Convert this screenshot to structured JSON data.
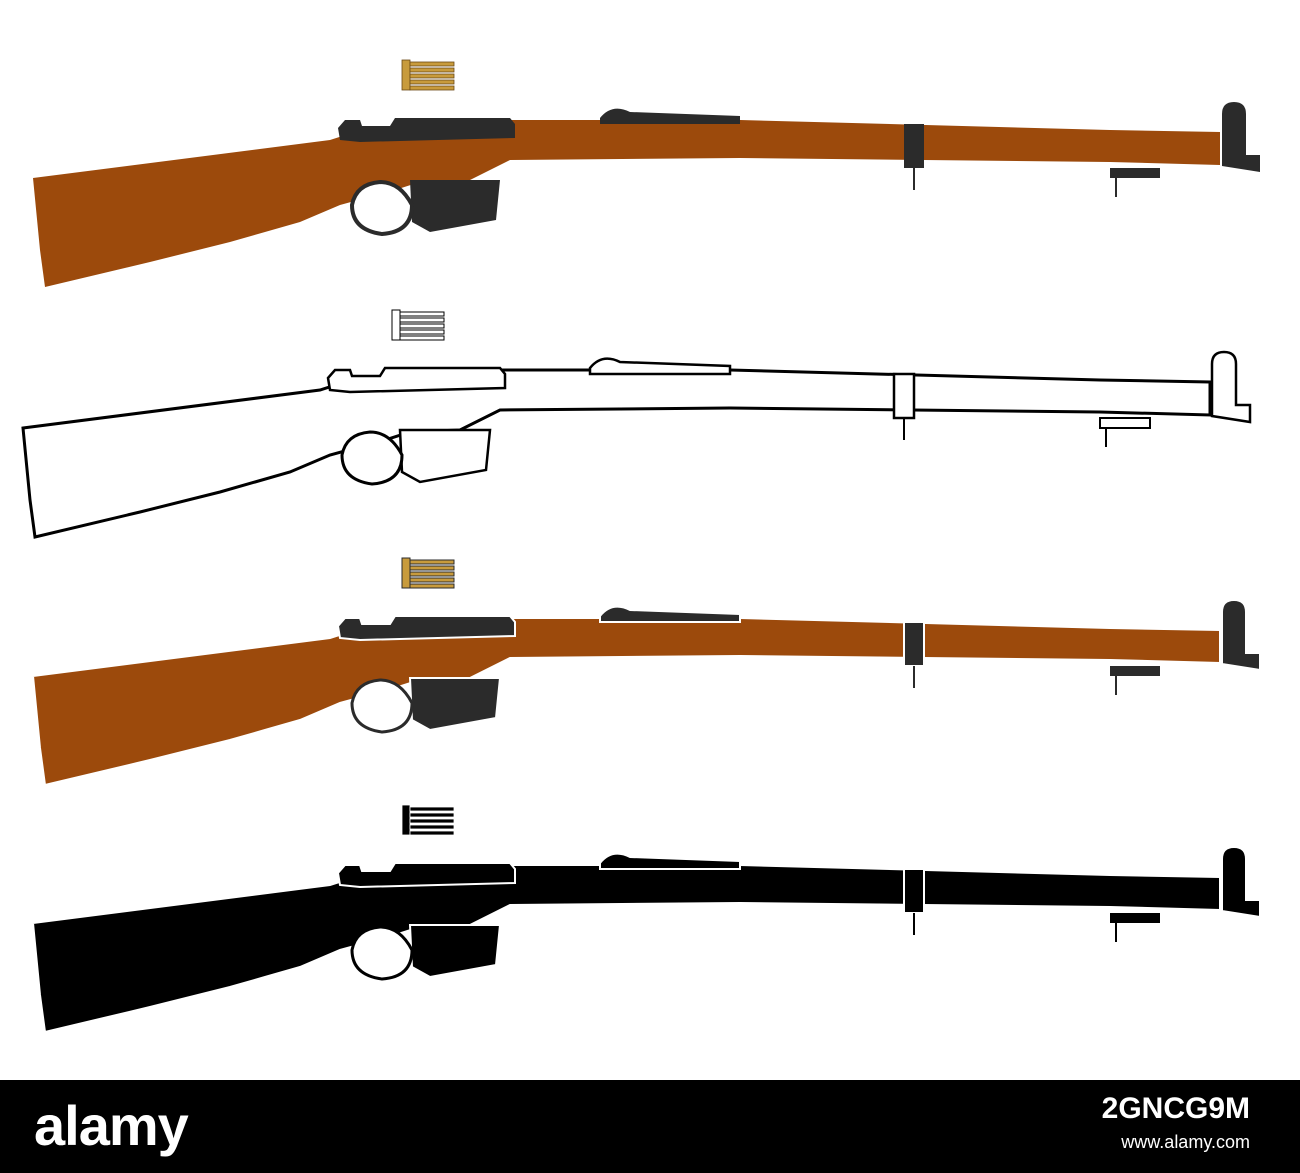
{
  "watermark": {
    "brand": "alamy",
    "image_id": "2GNCG9M",
    "url": "www.alamy.com"
  },
  "colors": {
    "wood": "#9c4a0c",
    "metal": "#2b2b2b",
    "outline": "#000000",
    "black_fill": "#000000",
    "brass": "#c89b3c",
    "footer": "#000000"
  },
  "rifles": [
    {
      "style": "color",
      "label": "rifle-color"
    },
    {
      "style": "outline",
      "label": "rifle-outline"
    },
    {
      "style": "color-outlined",
      "label": "rifle-color-outlined"
    },
    {
      "style": "silhouette",
      "label": "rifle-silhouette"
    }
  ]
}
